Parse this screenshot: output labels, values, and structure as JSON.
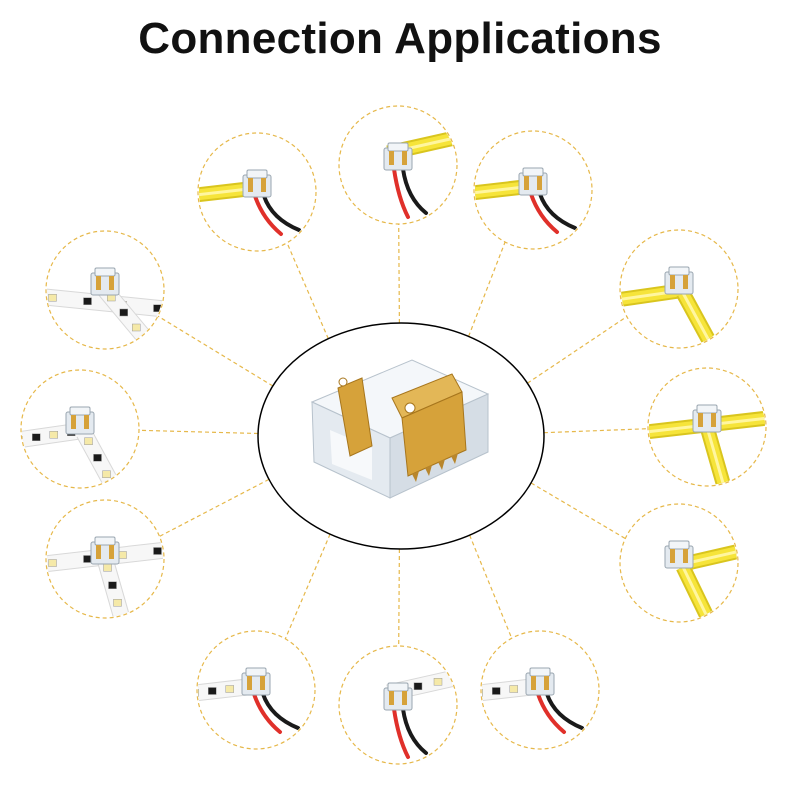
{
  "title": "Connection Applications",
  "colors": {
    "background": "#ffffff",
    "title_text": "#111111",
    "dashed_line": "#e6b84a",
    "center_outline": "#000000",
    "cob_strip": "#f6e43a",
    "cob_strip_edge": "#d9c51e",
    "smd_strip": "#f7f7f7",
    "led_chip": "#f5e9a8",
    "led_chip_dark": "#1a1a1a",
    "connector_clear": "#e4eaf0",
    "connector_gold": "#d6a23a",
    "wire_red": "#e0302a",
    "wire_black": "#1a1a1a"
  },
  "center_item": {
    "name": "transparent-connector-with-gold-pins"
  },
  "applications": [
    {
      "strip": "cob",
      "connection": "strip-to-wire",
      "side": "left"
    },
    {
      "strip": "cob",
      "connection": "wire-pigtail",
      "side": "top"
    },
    {
      "strip": "cob",
      "connection": "strip-to-wire",
      "side": "right"
    },
    {
      "strip": "cob",
      "connection": "l-shape",
      "side": "right"
    },
    {
      "strip": "cob",
      "connection": "t-shape",
      "side": "right"
    },
    {
      "strip": "cob",
      "connection": "l-shape-alt",
      "side": "right"
    },
    {
      "strip": "smd",
      "connection": "strip-to-wire",
      "side": "right"
    },
    {
      "strip": "smd",
      "connection": "wire-pigtail",
      "side": "bottom"
    },
    {
      "strip": "smd",
      "connection": "strip-to-wire",
      "side": "left"
    },
    {
      "strip": "smd",
      "connection": "t-shape",
      "side": "left"
    },
    {
      "strip": "smd",
      "connection": "l-shape",
      "side": "left"
    },
    {
      "strip": "smd",
      "connection": "strip-to-strip",
      "side": "left"
    }
  ]
}
